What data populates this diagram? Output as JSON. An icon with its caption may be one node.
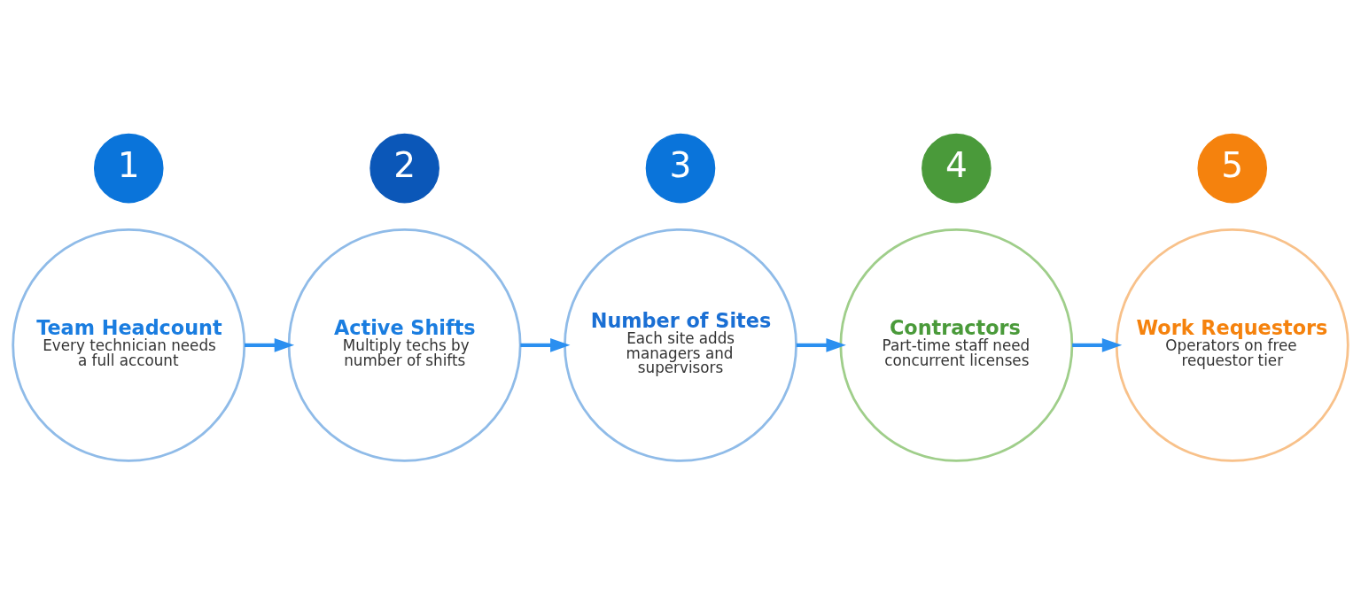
{
  "diagram": {
    "nodes": [
      {
        "text": [
          "1"
        ]
      },
      {
        "text": [
          "Team Headcount",
          "Every technician needs a full account"
        ]
      },
      {
        "text": [
          "2"
        ]
      },
      {
        "text": [
          "Active Shifts",
          "Multiply techs by number of shifts"
        ]
      },
      {
        "text": [
          "3"
        ]
      },
      {
        "text": [
          "Number of Sites",
          "Each site adds managers and supervisors"
        ]
      },
      {
        "text": [
          "4"
        ]
      },
      {
        "text": [
          "Contractors",
          "Part-time staff need concurrent licenses"
        ]
      },
      {
        "text": [
          "5"
        ]
      },
      {
        "text": [
          "Work Requestors",
          "Operators on free requestor tier"
        ]
      }
    ],
    "edges": [
      {
        "from": 1,
        "to": 3,
        "arrow": "to"
      },
      {
        "from": 3,
        "to": 5,
        "arrow": "to"
      },
      {
        "from": 5,
        "to": 7,
        "arrow": "to"
      },
      {
        "from": 7,
        "to": 9,
        "arrow": "to"
      }
    ]
  }
}
